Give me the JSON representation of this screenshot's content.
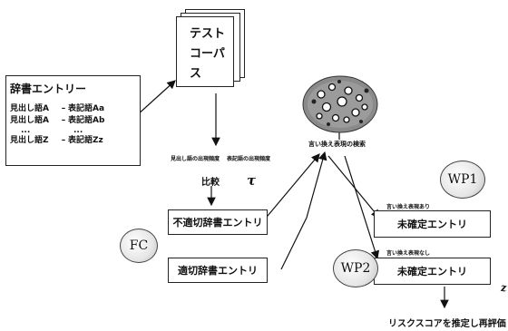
{
  "corpus": {
    "line1": "テスト",
    "line2": "コーパス"
  },
  "dictionary": {
    "title": "辞書エントリー",
    "rows": [
      {
        "headword": "見出し語A",
        "dash": "–",
        "surface": "表記語Aa"
      },
      {
        "headword": "見出し語A",
        "dash": "–",
        "surface": "表記語Ab"
      }
    ],
    "dots": [
      "...",
      "..."
    ],
    "last_row": {
      "headword": "見出し語Z",
      "dash": "–",
      "surface": "表記語Zz"
    }
  },
  "freq_labels": {
    "headword_freq": "見出し語の出現頻度",
    "surface_freq": "表記語の出現頻度"
  },
  "compare": {
    "label": "比較",
    "tau": "τ"
  },
  "search": {
    "label": "言い換え表現の検索"
  },
  "boxes": {
    "inappropriate": "不適切辞書エントリ",
    "appropriate": "適切辞書エントリ",
    "undetermined1": "未確定エントリ",
    "undetermined2": "未確定エントリ"
  },
  "paraphrase": {
    "present": "言い換え表現あり",
    "absent": "言い換え表現なし"
  },
  "circles": {
    "fc": "FC",
    "wp1": "WP1",
    "wp2": "WP2"
  },
  "right_edge_glyph": "z",
  "bottom_text": "リスクスコアを推定し再評価"
}
